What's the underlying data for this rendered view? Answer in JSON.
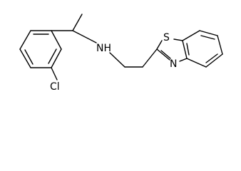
{
  "molecule": {
    "atoms": {
      "nh": "NH",
      "s": "S",
      "n": "N",
      "cl": "Cl"
    }
  }
}
